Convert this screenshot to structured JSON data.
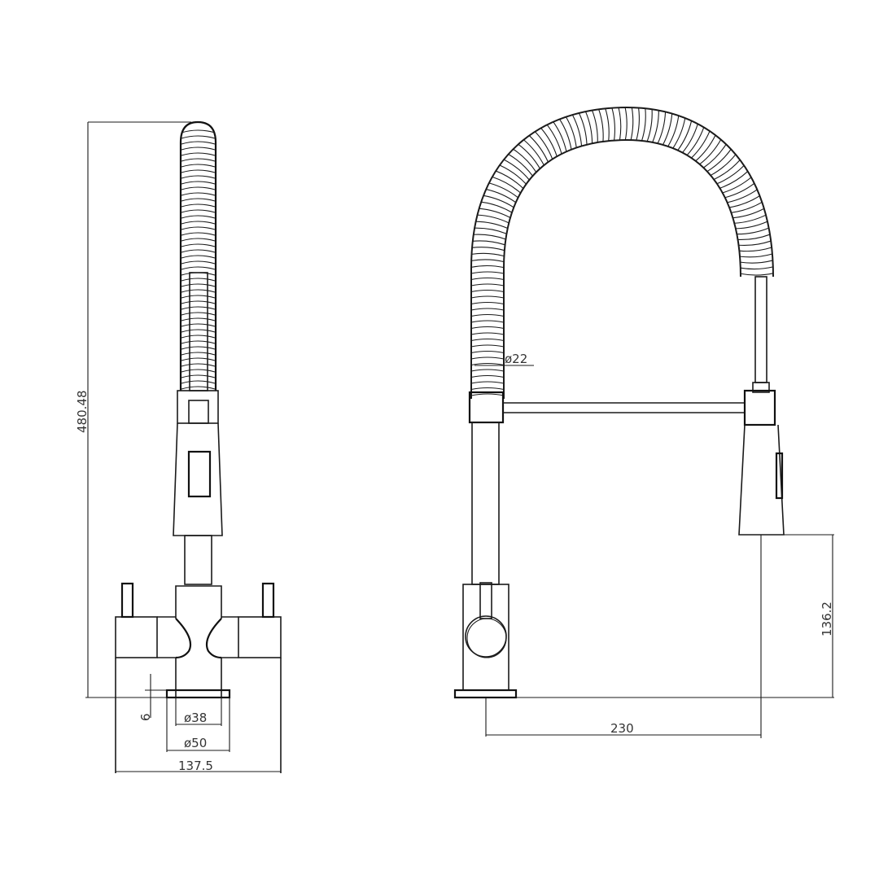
{
  "drawing": {
    "line_color": "#1a1a1a",
    "background": "#ffffff",
    "front_view": {
      "overall_height": "480.48",
      "base_thickness": "6",
      "inner_diameter": "ø38",
      "outer_diameter": "ø50",
      "overall_width": "137.5"
    },
    "side_view": {
      "hose_diameter": "ø22",
      "spout_clearance": "136.2",
      "reach": "230"
    }
  }
}
